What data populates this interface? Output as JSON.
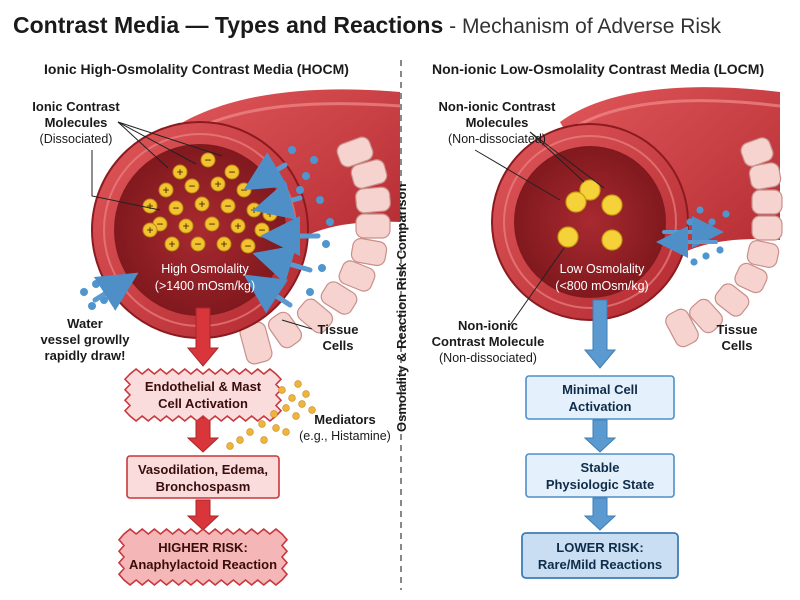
{
  "title": {
    "main": "Contrast Media — Types and Reactions",
    "subtitle": " - Mechanism of Adverse Risk"
  },
  "divider_label": "Osmolality & Reaction Risk Comparison",
  "left": {
    "heading": "Ionic High-Osmolality Contrast Media (HOCM)",
    "molecules_label": [
      "Ionic Contrast",
      "Molecules",
      "(Dissociated)"
    ],
    "osmolality": [
      "High Osmolality",
      "(>1400 mOsm/kg)"
    ],
    "water_label": [
      "Water",
      "vessel growlly",
      "rapidly draw!"
    ],
    "tissue_label": [
      "Tissue",
      "Cells"
    ],
    "mediators_label": [
      "Mediators",
      "(e.g., Histamine)"
    ],
    "steps": [
      [
        "Endothelial & Mast",
        "Cell Activation"
      ],
      [
        "Vasodilation, Edema,",
        "Bronchospasm"
      ],
      [
        "HIGHER RISK:",
        "Anaphylactoid Reaction"
      ]
    ]
  },
  "right": {
    "heading": "Non-ionic Low-Osmolality Contrast Media (LOCM)",
    "molecules_label": [
      "Non-ionic Contrast",
      "Molecules",
      "(Non-dissociated)"
    ],
    "osmolality": [
      "Low Osmolality",
      "(<800 mOsm/kg)"
    ],
    "molecule_label": [
      "Non-ionic",
      "Contrast Molecule",
      "(Non-dissociated)"
    ],
    "tissue_label": [
      "Tissue",
      "Cells"
    ],
    "steps": [
      [
        "Minimal Cell",
        "Activation"
      ],
      [
        "Stable",
        "Physiologic State"
      ],
      [
        "LOWER RISK:",
        "Rare/Mild Reactions"
      ]
    ]
  },
  "colors": {
    "vessel_wall": "#c9363a",
    "lumen": "#8f1f24",
    "tissue": "#f6d3cf",
    "ion_particle": "#f2c230",
    "water": "#4f96cf",
    "red_arrow": "#d9363b",
    "blue_arrow": "#5b9ad0",
    "red_box": "#fadcdc",
    "blue_box": "#e4f0fb"
  }
}
